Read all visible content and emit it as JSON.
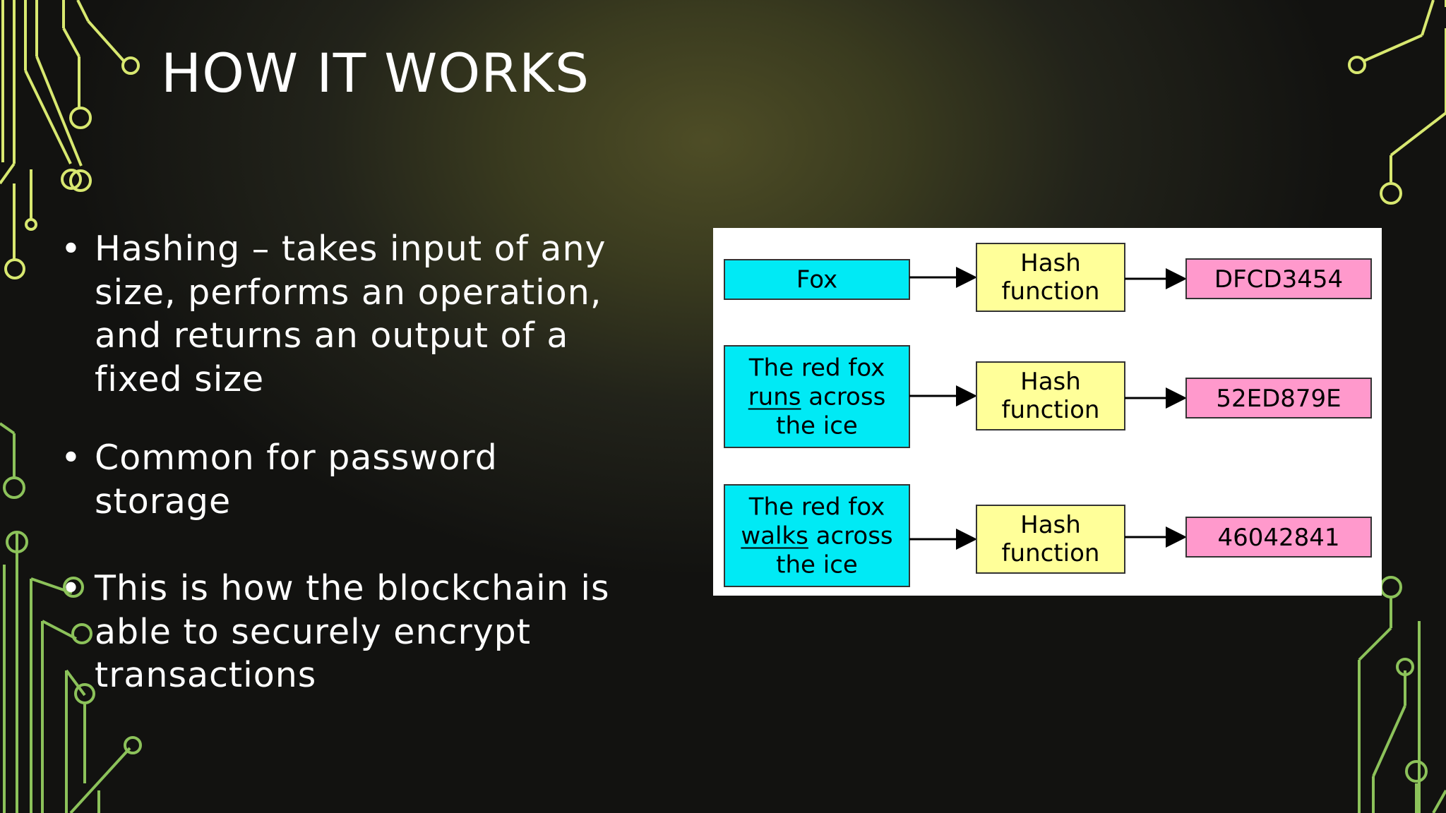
{
  "slide": {
    "title": "HOW IT WORKS",
    "bullets": [
      {
        "marker": "•",
        "text": "Hashing – takes input of any size, performs an operation, and returns an output of a fixed size"
      },
      {
        "marker": "•",
        "text": "Common for password storage"
      },
      {
        "marker": "•",
        "text": "This is how the blockchain is able to securely encrypt transactions"
      }
    ]
  },
  "diagram": {
    "rows": [
      {
        "input_lines": [
          "Fox"
        ],
        "underlined_word": "",
        "hash_lines": [
          "Hash",
          "function"
        ],
        "output": "DFCD3454"
      },
      {
        "input_lines": [
          "The red fox",
          "runs across",
          "the ice"
        ],
        "underlined_word": "runs",
        "hash_lines": [
          "Hash",
          "function"
        ],
        "output": "52ED879E"
      },
      {
        "input_lines": [
          "The red fox",
          "walks across",
          "the ice"
        ],
        "underlined_word": "walks",
        "hash_lines": [
          "Hash",
          "function"
        ],
        "output": "46042841"
      }
    ],
    "colors": {
      "input_fill": "#00eaf5",
      "hash_fill": "#ffff99",
      "output_fill": "#ff99cc",
      "stroke": "#333333"
    }
  },
  "theme": {
    "circuit_yellow": "#d8e870",
    "circuit_green": "#8cc25a",
    "text_color": "#ffffff"
  }
}
